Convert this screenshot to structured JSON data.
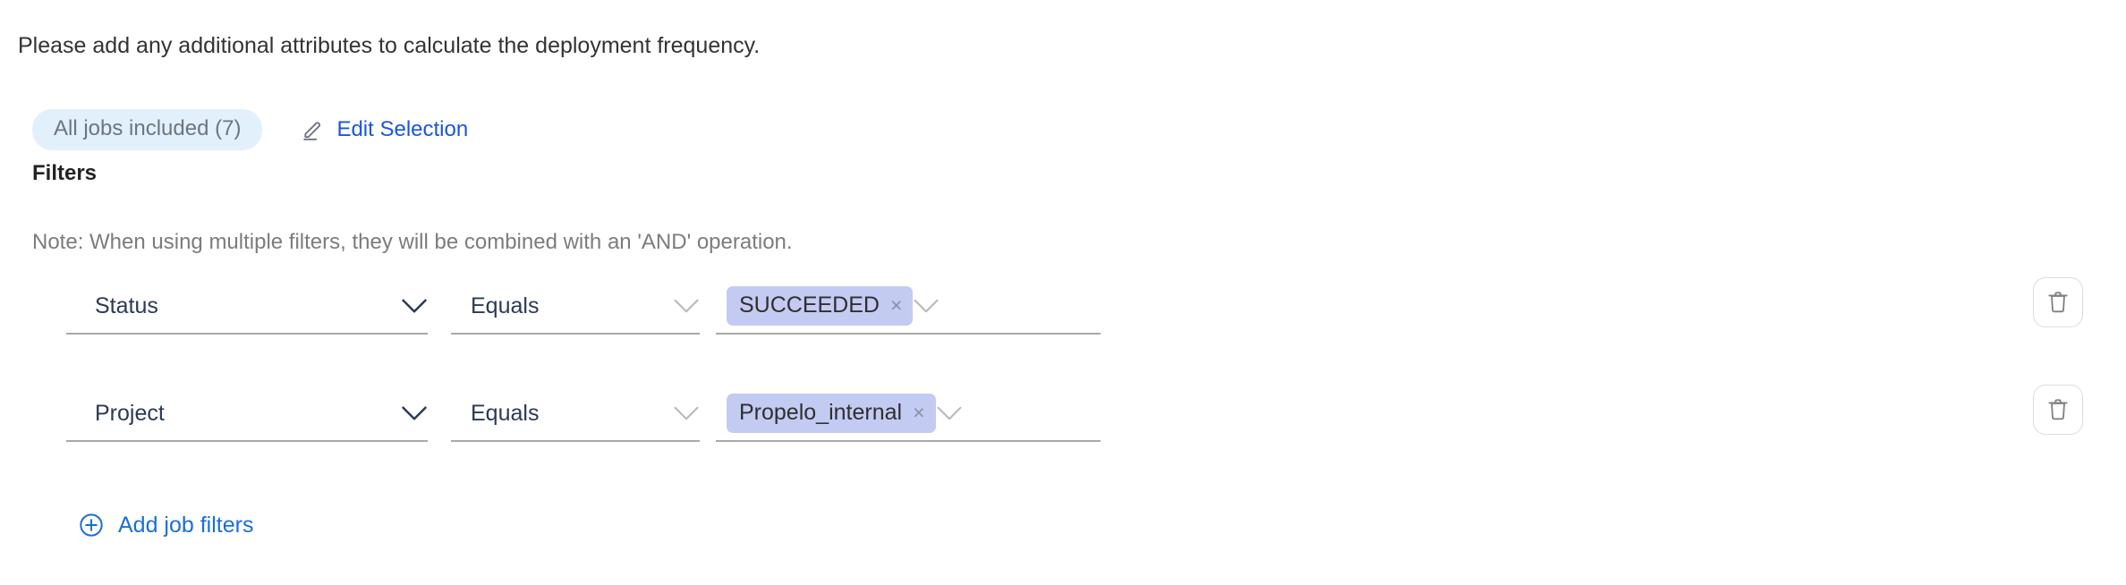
{
  "intro": {
    "text": "Please add any additional attributes to calculate the deployment frequency."
  },
  "selection": {
    "pill_label": "All jobs included (7)",
    "edit_label": "Edit Selection",
    "edit_icon": "pencil-icon"
  },
  "filters": {
    "heading": "Filters",
    "note": "Note: When using multiple filters, they will be combined with an 'AND' operation.",
    "add_label": "Add job filters",
    "add_icon": "plus-circle-icon",
    "delete_icon": "trash-icon",
    "rows": [
      {
        "attribute": "Status",
        "operator": "Equals",
        "value": "SUCCEEDED",
        "chip_remove": "×"
      },
      {
        "attribute": "Project",
        "operator": "Equals",
        "value": "Propelo_internal",
        "chip_remove": "×"
      }
    ]
  },
  "colors": {
    "link": "#1a56db",
    "add_link": "#1a6fd4",
    "pill_bg": "#e2f0fb",
    "pill_text": "#6b7584",
    "chip_bg": "#c3cbf2",
    "field_text": "#2b3a55",
    "note_text": "#7c7c7c",
    "underline": "#a9a9a9"
  }
}
